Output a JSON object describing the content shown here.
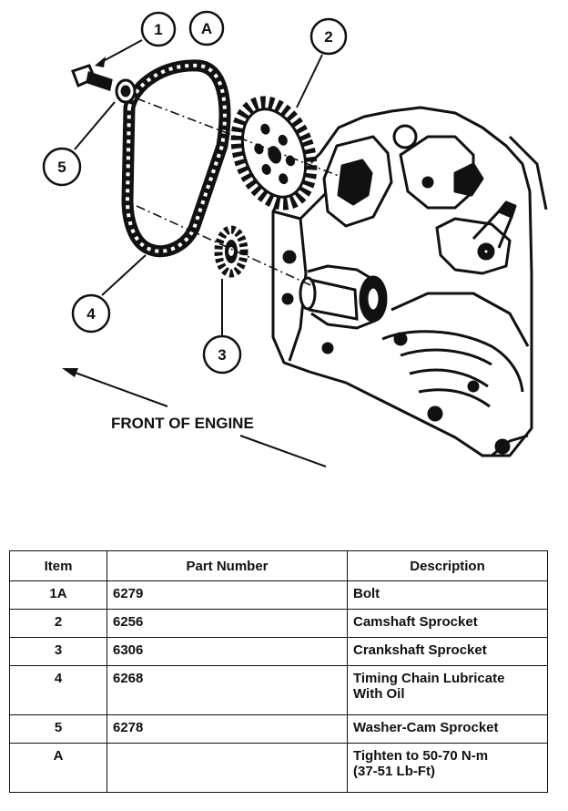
{
  "diagram": {
    "callouts": {
      "c1": "1",
      "cA": "A",
      "c2": "2",
      "c5": "5",
      "c4": "4",
      "c3": "3"
    },
    "front_label": "FRONT OF ENGINE"
  },
  "table": {
    "headers": [
      "Item",
      "Part Number",
      "Description"
    ],
    "rows": [
      {
        "item": "1A",
        "part": "6279",
        "desc": [
          "Bolt"
        ]
      },
      {
        "item": "2",
        "part": "6256",
        "desc": [
          "Camshaft Sprocket"
        ]
      },
      {
        "item": "3",
        "part": "6306",
        "desc": [
          "Crankshaft Sprocket"
        ]
      },
      {
        "item": "4",
        "part": "6268",
        "desc": [
          "Timing Chain Lubricate",
          "With Oil"
        ]
      },
      {
        "item": "5",
        "part": "6278",
        "desc": [
          "Washer-Cam Sprocket"
        ]
      },
      {
        "item": "A",
        "part": "",
        "desc": [
          "Tighten to 50-70 N-m",
          "(37-51 Lb-Ft)"
        ]
      }
    ]
  }
}
